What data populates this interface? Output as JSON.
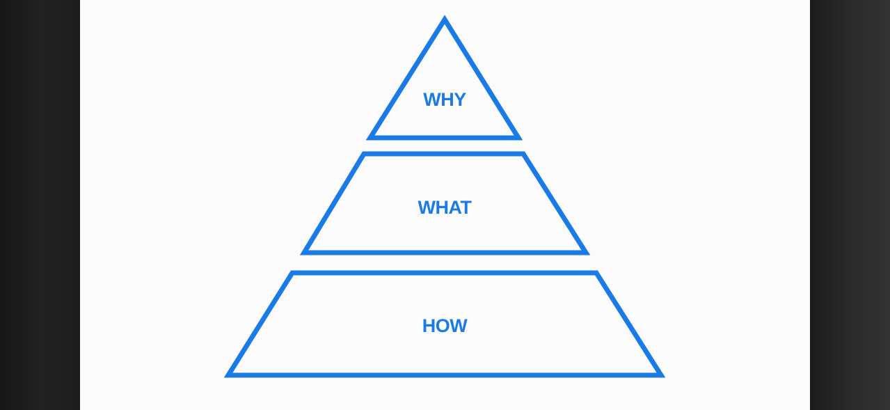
{
  "colors": {
    "outline": "#1a7be6",
    "paper": "#fbfbfb",
    "background": "#1c1c1c"
  },
  "pyramid": {
    "top": {
      "label": "WHY"
    },
    "middle": {
      "label": "WHAT"
    },
    "bottom": {
      "label": "HOW"
    }
  }
}
